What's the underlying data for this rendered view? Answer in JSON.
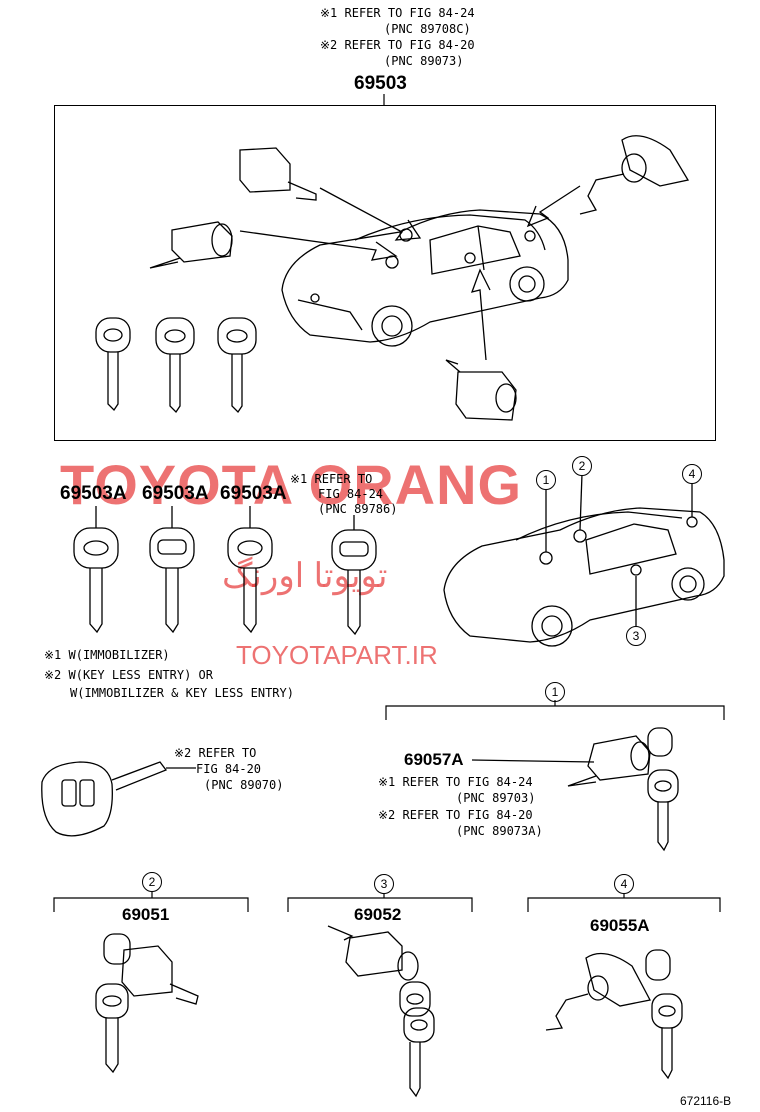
{
  "header": {
    "note1_a": "※1 REFER TO FIG  84-24",
    "note1_b": "(PNC 89708C)",
    "note2_a": "※2 REFER TO FIG  84-20",
    "note2_b": "(PNC 89073)"
  },
  "main_set": {
    "part_number": "69503"
  },
  "watermark": {
    "brand": "TOYOTA ORANG",
    "arabic": "تویوتا اورنگ",
    "site": "TOYOTAPART.IR"
  },
  "keys": {
    "pn_1": "69503A",
    "pn_2": "69503A",
    "pn_3": "69503A",
    "ref_line1": "※1 REFER TO",
    "ref_line2": "FIG 84-24",
    "ref_line3": "(PNC 89786)"
  },
  "legend": {
    "l1": "※1 W(IMMOBILIZER)",
    "l2a": "※2  W(KEY LESS ENTRY) OR",
    "l2b": "W(IMMOBILIZER & KEY LESS ENTRY)"
  },
  "remote_ref": {
    "line1": "※2 REFER TO",
    "line2": "FIG 84-20",
    "line3": "(PNC 89070)"
  },
  "callouts": {
    "c1": "1",
    "c2": "2",
    "c3": "3",
    "c4": "4"
  },
  "group1": {
    "label": "1",
    "part_number": "69057A",
    "ref1_a": "※1 REFER TO FIG  84-24",
    "ref1_b": "(PNC 89703)",
    "ref2_a": "※2 REFER TO FIG  84-20",
    "ref2_b": "(PNC 89073A)"
  },
  "group2": {
    "label": "2",
    "part_number": "69051"
  },
  "group3": {
    "label": "3",
    "part_number": "69052"
  },
  "group4": {
    "label": "4",
    "part_number": "69055A"
  },
  "footer": {
    "figure_id": "672116-B"
  }
}
